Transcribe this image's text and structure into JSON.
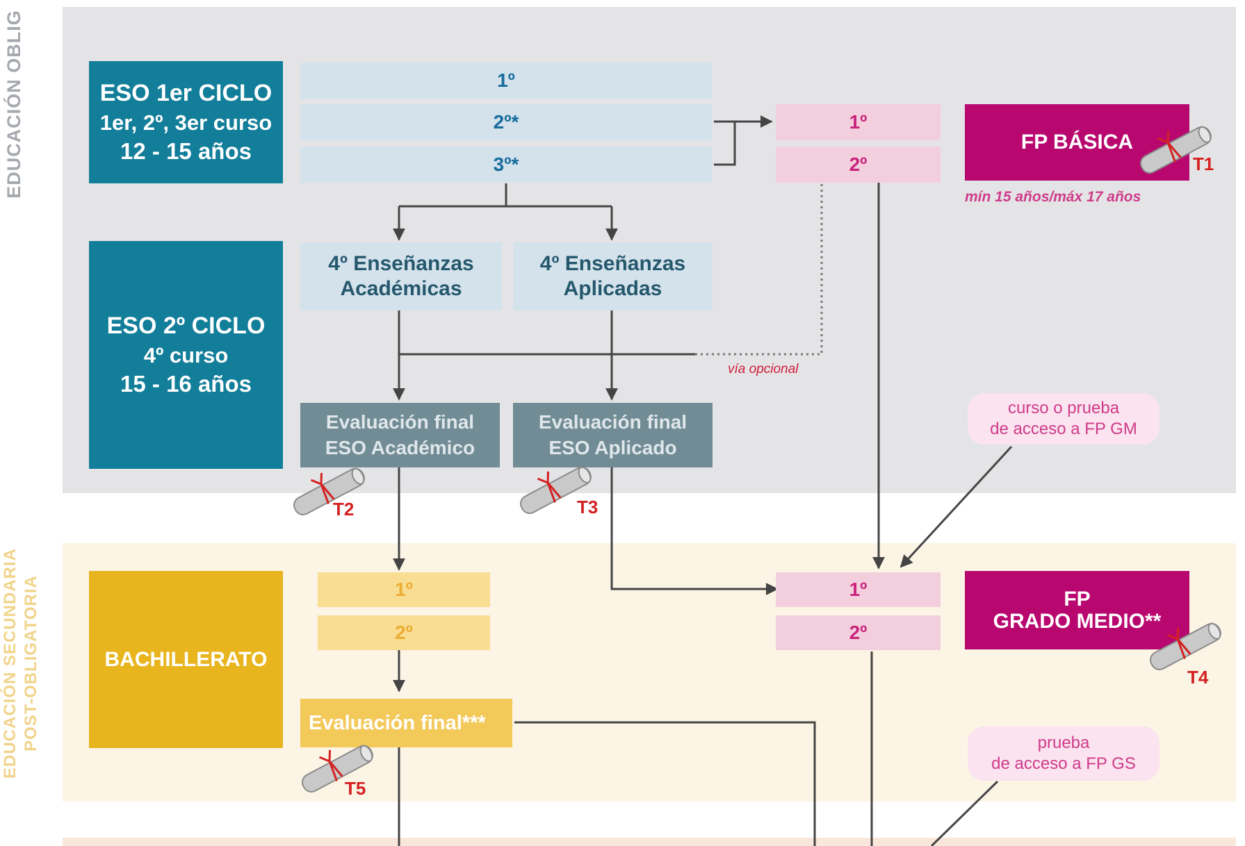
{
  "sections": {
    "compulsory": "EDUCACIÓN OBLIG",
    "post_compulsory_line1": "EDUCACIÓN SECUNDARIA",
    "post_compulsory_line2": "POST-OBLIGATORIA"
  },
  "eso1": {
    "line1": "ESO 1er CICLO",
    "line2": "1er, 2º, 3er curso",
    "line3": "12 - 15 años"
  },
  "eso1_courses": [
    "1º",
    "2º*",
    "3º*"
  ],
  "eso2": {
    "line1": "ESO 2º CICLO",
    "line2": "4º curso",
    "line3": "15 - 16 años"
  },
  "ense_academicas": {
    "line1": "4º Enseñanzas",
    "line2": "Académicas"
  },
  "ense_aplicadas": {
    "line1": "4º Enseñanzas",
    "line2": "Aplicadas"
  },
  "eval_academico": {
    "line1": "Evaluación final",
    "line2": "ESO Académico"
  },
  "eval_aplicado": {
    "line1": "Evaluación final",
    "line2": "ESO Aplicado"
  },
  "via_opcional": "vía opcional",
  "fp_basica": {
    "courses": [
      "1º",
      "2º"
    ],
    "label": "FP BÁSICA",
    "age_range": "mín 15 años/máx 17 años"
  },
  "fp_gm": {
    "courses": [
      "1º",
      "2º"
    ],
    "line1": "FP",
    "line2": "GRADO MEDIO**"
  },
  "note_gm": {
    "line1": "curso o prueba",
    "line2": "de acceso a FP GM"
  },
  "note_gs": {
    "line1": "prueba",
    "line2": "de acceso a FP GS"
  },
  "bachillerato": {
    "label": "BACHILLERATO",
    "courses": [
      "1º",
      "2º"
    ],
    "eval": "Evaluación final***"
  },
  "titles": [
    "T1",
    "T2",
    "T3",
    "T4",
    "T5"
  ],
  "colors": {
    "teal": "#127e9a",
    "magenta": "#b8086f",
    "gold": "#e8b51e",
    "pink": "#f3cfde",
    "light_blue": "#d4e2ec"
  }
}
